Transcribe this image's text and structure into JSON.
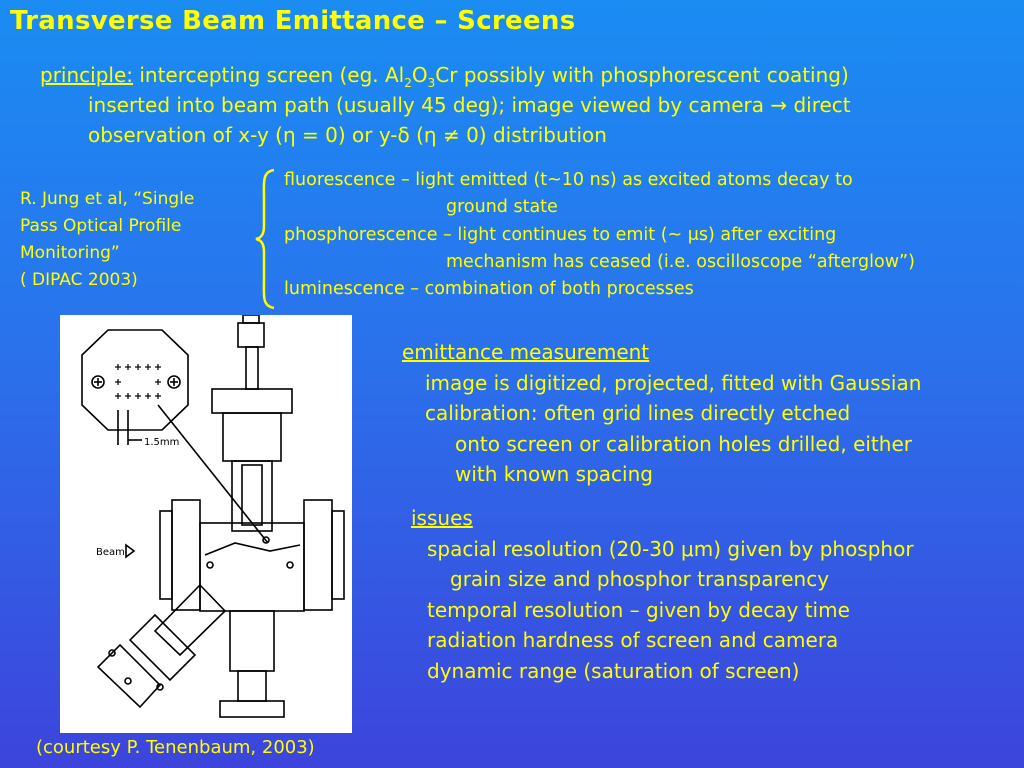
{
  "title": "Transverse Beam Emittance – Screens",
  "principle": {
    "label": "principle:",
    "line1_a": " intercepting screen (eg. Al",
    "sub1": "2",
    "line1_b": "O",
    "sub2": "3",
    "line1_c": "Cr possibly with phosphorescent coating)",
    "line2": "inserted into beam path (usually 45 deg); image viewed by camera → direct",
    "line3": "observation of x-y (η = 0) or y-δ (η ≠ 0) distribution"
  },
  "reference": {
    "line1": "R. Jung et al, “Single",
    "line2": "Pass Optical Profile",
    "line3": "Monitoring”",
    "line4": "( DIPAC 2003)"
  },
  "definitions": [
    {
      "line": "fluorescence – light emitted (t~10 ns) as excited atoms decay to",
      "cont": "ground state"
    },
    {
      "line": "phosphorescence – light continues to emit (~ μs) after exciting",
      "cont": "mechanism has ceased (i.e. oscilloscope “afterglow”)"
    },
    {
      "line": "luminescence – combination of both processes",
      "cont": ""
    }
  ],
  "figure": {
    "dim_label": "1.5mm",
    "beam_label": "Beam"
  },
  "caption": "(courtesy P. Tenenbaum, 2003)",
  "emittance": {
    "heading": "emittance measurement",
    "l1": "image is digitized, projected, fitted with Gaussian",
    "l2": "calibration: often grid lines directly etched",
    "l3": "onto screen or calibration holes drilled, either",
    "l4": "with known spacing"
  },
  "issues": {
    "heading": "issues",
    "l1": "spacial resolution (20-30 μm) given by phosphor",
    "l2": "grain size and phosphor transparency",
    "l3": "temporal resolution – given by decay time",
    "l4": "radiation hardness of screen and camera",
    "l5": "dynamic range (saturation of screen)"
  },
  "colors": {
    "text": "#ffff00",
    "background_top": "#1a8cf2",
    "background_bottom": "#3d44dc"
  }
}
